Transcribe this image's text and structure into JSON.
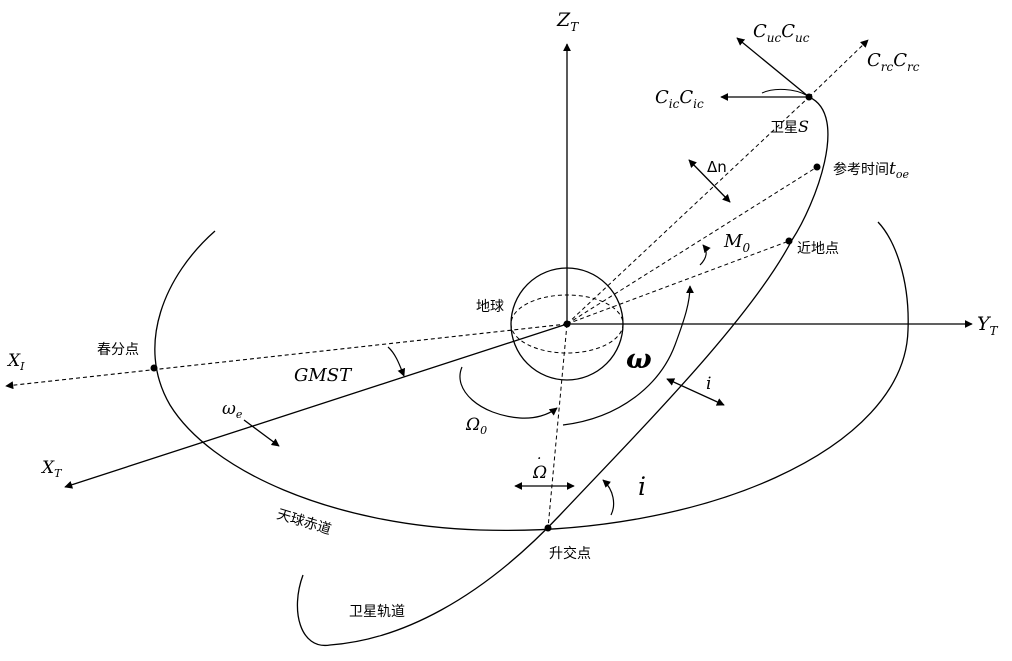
{
  "labels": {
    "z_axis": "Z",
    "z_sub": "T",
    "y_axis": "Y",
    "y_sub": "T",
    "x_t_axis": "X",
    "x_t_sub": "T",
    "x_i_axis": "X",
    "x_i_sub": "I",
    "cuc_base": "C",
    "cuc_sub1": "uc",
    "cuc_sub2": "uc",
    "crc_base": "C",
    "crc_sub1": "rc",
    "crc_sub2": "rc",
    "cic_base": "C",
    "cic_sub1": "ic",
    "cic_sub2": "ic",
    "satellite_cn": "卫星",
    "satellite_sym": "S",
    "delta_n": "Δn",
    "ref_time_cn": "参考时间",
    "ref_time_sym": "t",
    "ref_time_sub": "oe",
    "m0_base": "M",
    "m0_sub": "0",
    "perigee": "近地点",
    "earth": "地球",
    "vernal_equinox": "春分点",
    "gmst": "GMST",
    "omega_small": "ω",
    "omega_e_base": "ω",
    "omega_e_sub": "e",
    "Omega0_base": "Ω",
    "Omega0_sub": "0",
    "i_small": "i",
    "Omega_dot_base": "Ω",
    "Omega_dot_mark": "·",
    "i_large": "i",
    "celestial_equator": "天球赤道",
    "ascending_node": "升交点",
    "satellite_orbit": "卫星轨道"
  }
}
